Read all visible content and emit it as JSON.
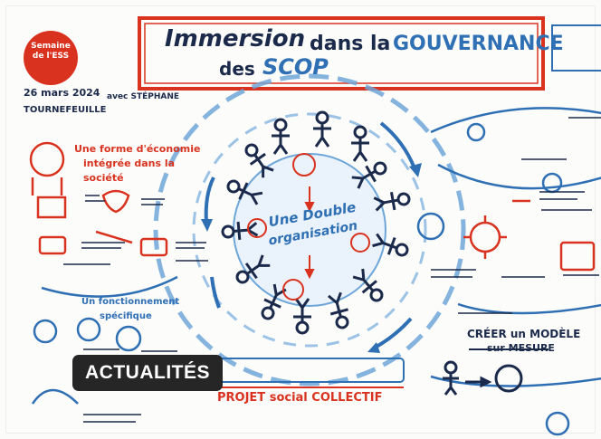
{
  "card": {
    "category_badge": "ACTUALITÉS"
  },
  "visual": {
    "title_line1_part1": "Immersion",
    "title_line1_part2": "dans la",
    "title_line1_part3": "GOUVERNANCE",
    "title_line2_part1": "des",
    "title_line2_part2": "SCOP",
    "stamp_text": "Semaine de l'ESS",
    "date": "26 mars 2024",
    "place": "TOURNEFEUILLE",
    "speaker": "avec STÉPHANE",
    "center_text_line1": "Une Double",
    "center_text_line2": "organisation",
    "left_heading_line1": "Une forme d'économie",
    "left_heading_line2": "intégrée dans la",
    "left_heading_line3": "société",
    "bottom_left_heading": "Un fonctionnement",
    "bottom_left_heading2": "spécifique",
    "bottom_center_text": "PROJET social COLLECTIF",
    "bottom_right_heading": "CRÉER un MODÈLE",
    "bottom_right_heading2": "sur MESURE",
    "colors": {
      "red": "#d9331f",
      "blue": "#2f6fb4",
      "navy": "#1b2a4a",
      "light_blue": "#6ea6d8",
      "badge_bg": "#262626"
    }
  }
}
